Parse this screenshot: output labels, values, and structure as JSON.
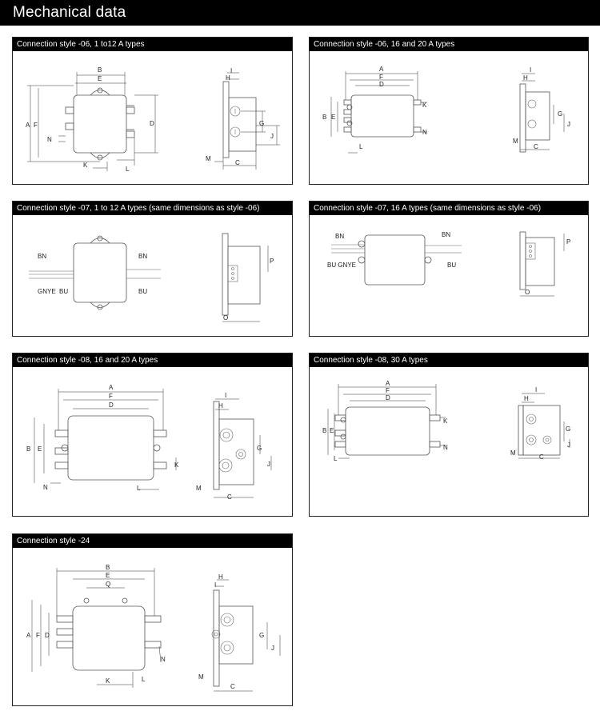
{
  "page_title": "Mechanical data",
  "panels": [
    {
      "title": "Connection style -06, 1 to12 A types",
      "labels": {
        "B": "B",
        "E": "E",
        "I": "I",
        "H": "H",
        "A": "A",
        "F": "F",
        "D": "D",
        "G": "G",
        "N": "N",
        "J": "J",
        "M": "M",
        "C": "C",
        "K": "K",
        "L": "L"
      }
    },
    {
      "title": "Connection style -06, 16 and 20 A types",
      "labels": {
        "A": "A",
        "F": "F",
        "D": "D",
        "B": "B",
        "E": "E",
        "K": "K",
        "N": "N",
        "L": "L",
        "I": "I",
        "H": "H",
        "G": "G",
        "J": "J",
        "M": "M",
        "C": "C"
      }
    },
    {
      "title": "Connection style -07, 1 to 12 A types (same dimensions as style -06)",
      "labels": {
        "BN1": "BN",
        "BN2": "BN",
        "GNYE": "GNYE",
        "BU1": "BU",
        "BU2": "BU",
        "P": "P",
        "O": "O"
      }
    },
    {
      "title": "Connection style -07, 16 A types (same dimensions as style -06)",
      "labels": {
        "BN1": "BN",
        "BN2": "BN",
        "BUGNYE": "BU GNYE",
        "BU": "BU",
        "P": "P",
        "O": "O"
      }
    },
    {
      "title": "Connection style -08, 16 and 20 A types",
      "labels": {
        "A": "A",
        "F": "F",
        "D": "D",
        "B": "B",
        "E": "E",
        "K": "K",
        "N": "N",
        "L": "L",
        "I": "I",
        "H": "H",
        "G": "G",
        "J": "J",
        "M": "M",
        "C": "C"
      }
    },
    {
      "title": "Connection style -08, 30 A types",
      "labels": {
        "A": "A",
        "F": "F",
        "D": "D",
        "B": "B",
        "E": "E",
        "K": "K",
        "N": "N",
        "L": "L",
        "I": "I",
        "H": "H",
        "G": "G",
        "J": "J",
        "M": "M",
        "C": "C"
      }
    },
    {
      "title": "Connection style -24",
      "labels": {
        "B": "B",
        "E": "E",
        "Q": "Q",
        "A": "A",
        "F": "F",
        "D": "D",
        "N": "N",
        "K": "K",
        "L": "L",
        "H": "H",
        "I": "I",
        "G": "G",
        "J": "J",
        "M": "M",
        "C": "C"
      }
    }
  ]
}
